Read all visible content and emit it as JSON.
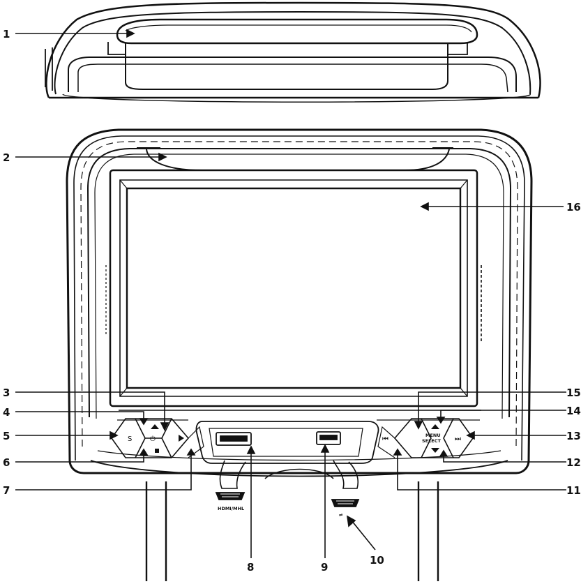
{
  "callouts": [
    "1",
    "2",
    "3",
    "4",
    "5",
    "6",
    "7",
    "8",
    "9",
    "10",
    "11",
    "12",
    "13",
    "14",
    "15",
    "16"
  ],
  "port_labels": {
    "hdmi": "HDMI/MHL",
    "usb": "USB"
  },
  "button_labels": {
    "menu": "MENU",
    "select": "SELECT"
  },
  "icons": {
    "source": "source-icon",
    "power": "power-icon",
    "up": "up-arrow-icon",
    "stop": "stop-icon",
    "play": "play-icon",
    "prev": "previous-track-icon",
    "next": "next-track-icon",
    "down": "down-arrow-icon",
    "usb": "usb-icon"
  },
  "colors": {
    "line": "#111111",
    "background": "#ffffff"
  }
}
